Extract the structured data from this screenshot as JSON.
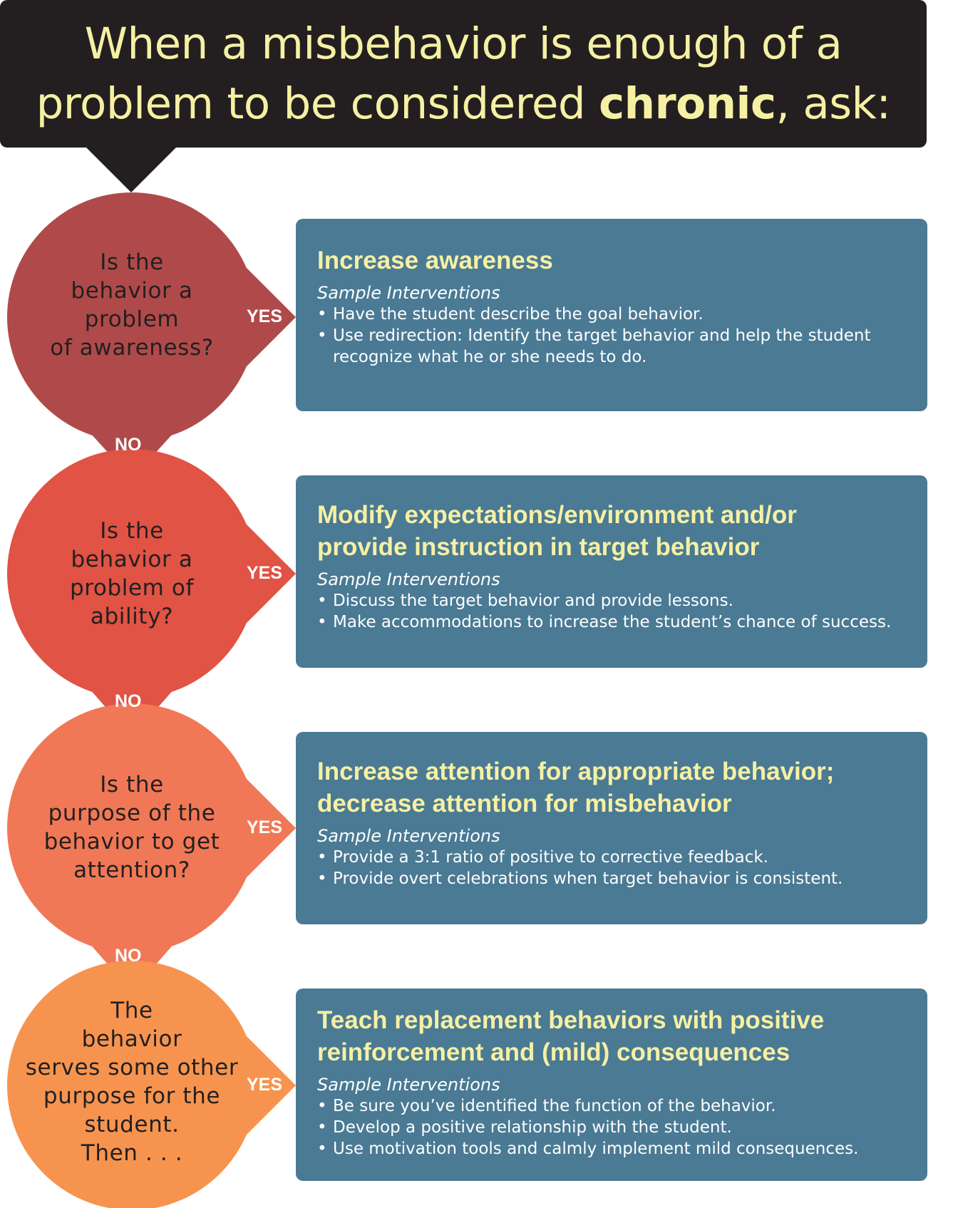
{
  "header": {
    "line1": "When a misbehavior is enough of a",
    "line2_pre": "problem to be considered ",
    "line2_bold": "chronic",
    "line2_post": ", ask:"
  },
  "colors": {
    "header_bg": "#231f20",
    "header_text": "#f6f0a4",
    "card_bg": "#4a7a94",
    "card_title": "#f6f0a4",
    "step1": "#b04a4a",
    "step2": "#e05345",
    "step3": "#f07856",
    "step4": "#f6944f"
  },
  "steps": [
    {
      "question": [
        "Is the",
        "behavior a",
        "problem",
        "of awareness?"
      ],
      "yes": "YES",
      "no": "NO",
      "card": {
        "title": [
          "Increase awareness"
        ],
        "subtitle": "Sample Interventions",
        "bullets": [
          "Have the student describe the goal behavior.",
          "Use redirection: Identify the target behavior and help the student recognize what he or she needs to do."
        ]
      }
    },
    {
      "question": [
        "Is the",
        "behavior a",
        "problem of",
        "ability?"
      ],
      "yes": "YES",
      "no": "NO",
      "card": {
        "title": [
          "Modify expectations/environment and/or",
          "provide instruction in target behavior"
        ],
        "subtitle": "Sample Interventions",
        "bullets": [
          "Discuss the target behavior and provide lessons.",
          "Make accommodations to increase the student’s chance of success."
        ]
      }
    },
    {
      "question": [
        "Is the",
        "purpose of the",
        "behavior to get",
        "attention?"
      ],
      "yes": "YES",
      "no": "NO",
      "card": {
        "title": [
          "Increase attention for appropriate behavior;",
          "decrease attention for misbehavior"
        ],
        "subtitle": "Sample Interventions",
        "bullets": [
          "Provide a 3:1 ratio of positive to corrective feedback.",
          "Provide overt celebrations when target behavior is consistent."
        ]
      }
    },
    {
      "question": [
        "The",
        "behavior",
        "serves some other",
        "purpose for the",
        "student.",
        "Then . . ."
      ],
      "yes": "YES",
      "card": {
        "title": [
          "Teach replacement behaviors with positive",
          "reinforcement and (mild) consequences"
        ],
        "subtitle": "Sample Interventions",
        "bullets": [
          "Be sure you’ve identified the function of the behavior.",
          "Develop a positive relationship with the student.",
          "Use motivation tools and calmly implement mild consequences."
        ]
      }
    }
  ]
}
